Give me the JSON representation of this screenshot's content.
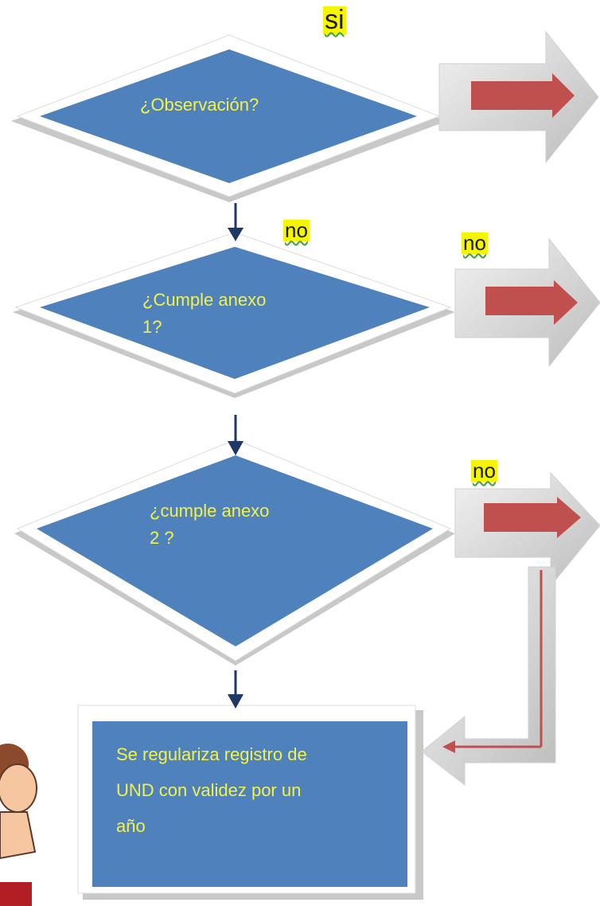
{
  "colors": {
    "diamond_fill": "#4f81bd",
    "box_fill": "#4f81bd",
    "shape_text": "#f2f24a",
    "connector": "#1f3864",
    "arrow_fill": "#c0504d",
    "highlight": "#f5f500"
  },
  "nodes": {
    "decision1": "¿Observación?",
    "decision2": "¿Cumple   anexo\n1?",
    "decision3": "¿cumple   anexo\n2  ?",
    "process": "Se regulariza registro de\nUND con validez por un\naño"
  },
  "edge_labels": {
    "si": "si",
    "no_1": "no",
    "no_2": "no",
    "no_3": "no"
  }
}
